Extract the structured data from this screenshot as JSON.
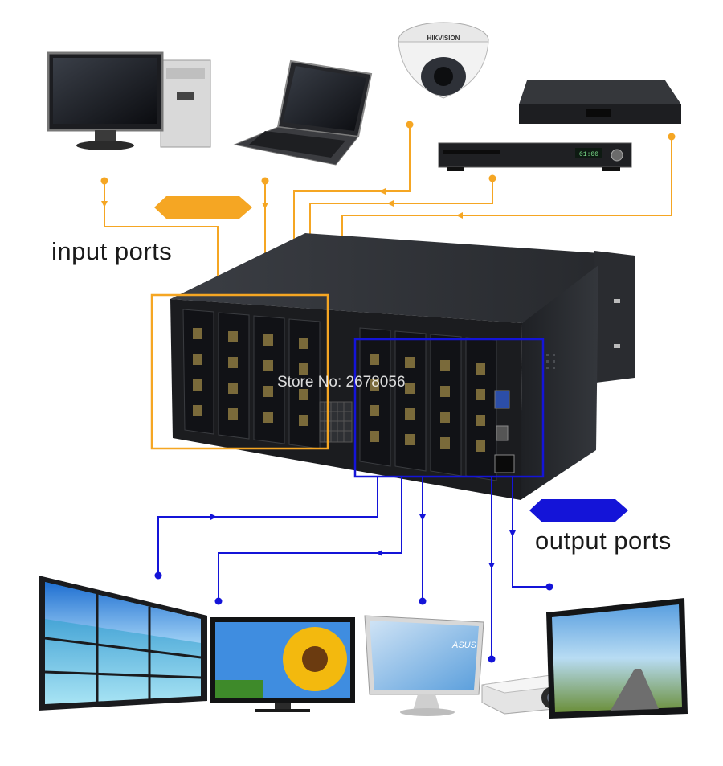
{
  "labels": {
    "input_ports": "input ports",
    "output_ports": "output ports"
  },
  "watermark": "Store No: 2678056",
  "devices": {
    "camera_brand": "HIKVISION",
    "monitor_brand": "ASUS",
    "dvd_display": "01:00"
  },
  "colors": {
    "input_accent": "#f5a623",
    "output_accent": "#1414d8",
    "chassis": "#2b2d31"
  },
  "icons": [
    "desktop-pc-icon",
    "laptop-icon",
    "dome-camera-icon",
    "set-top-box-icon",
    "dvd-player-icon",
    "video-wall-icon",
    "sunflower-monitor-icon",
    "asus-monitor-icon",
    "projector-icon",
    "road-monitor-icon"
  ]
}
